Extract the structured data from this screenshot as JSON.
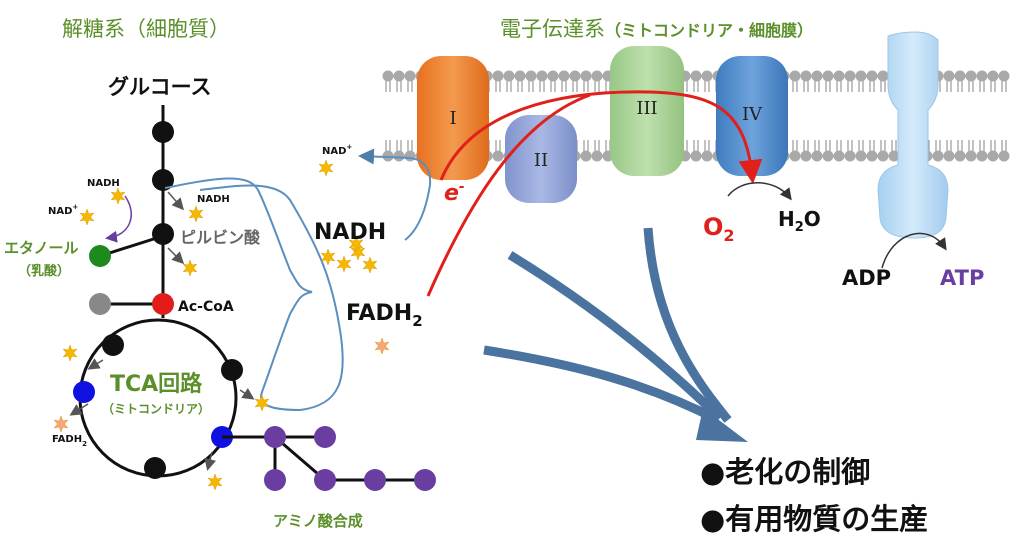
{
  "colors": {
    "green_title": "#5b8f2a",
    "purple": "#6a3ea1",
    "blue_line": "#4f7ea8",
    "red": "#e0201b",
    "star": "#f5b800",
    "star_fadh": "#f4a582",
    "complex1": "#f08030",
    "complex2": "#8ea2d6",
    "complex3": "#a6d196",
    "complex4": "#4e89c9",
    "atp_synthase": "#b9dbf4"
  },
  "glycolysis": {
    "title": "解糖系（細胞質）",
    "glucose": "グルコース",
    "pyruvate": "ピルビン酸",
    "acetyl_coa": "Ac-CoA",
    "ethanol": "エタノール",
    "lactic_acid": "（乳酸）",
    "nad_plus": "NAD",
    "nadh": "NADH",
    "plus_sup": "+"
  },
  "tca": {
    "title": "TCA回路",
    "subtitle": "（ミトコンドリア）",
    "fadh2": "FADH",
    "sub2": "2"
  },
  "amino": {
    "label": "アミノ酸合成"
  },
  "etc": {
    "title": "電子伝達系",
    "subtitle": "（ミトコンドリア・細胞膜）",
    "complex_labels": [
      "I",
      "II",
      "III",
      "IV"
    ],
    "electron": "e",
    "electron_sup": "-",
    "nadh": "NADH",
    "fadh2": "FADH",
    "sub2": "2",
    "nad_plus": "NAD",
    "plus_sup": "+",
    "o2": "O",
    "h2o_h": "H",
    "h2o_o": "O",
    "adp": "ADP",
    "atp": "ATP"
  },
  "outcomes": [
    "●老化の制御",
    "●有用物質の生産"
  ]
}
